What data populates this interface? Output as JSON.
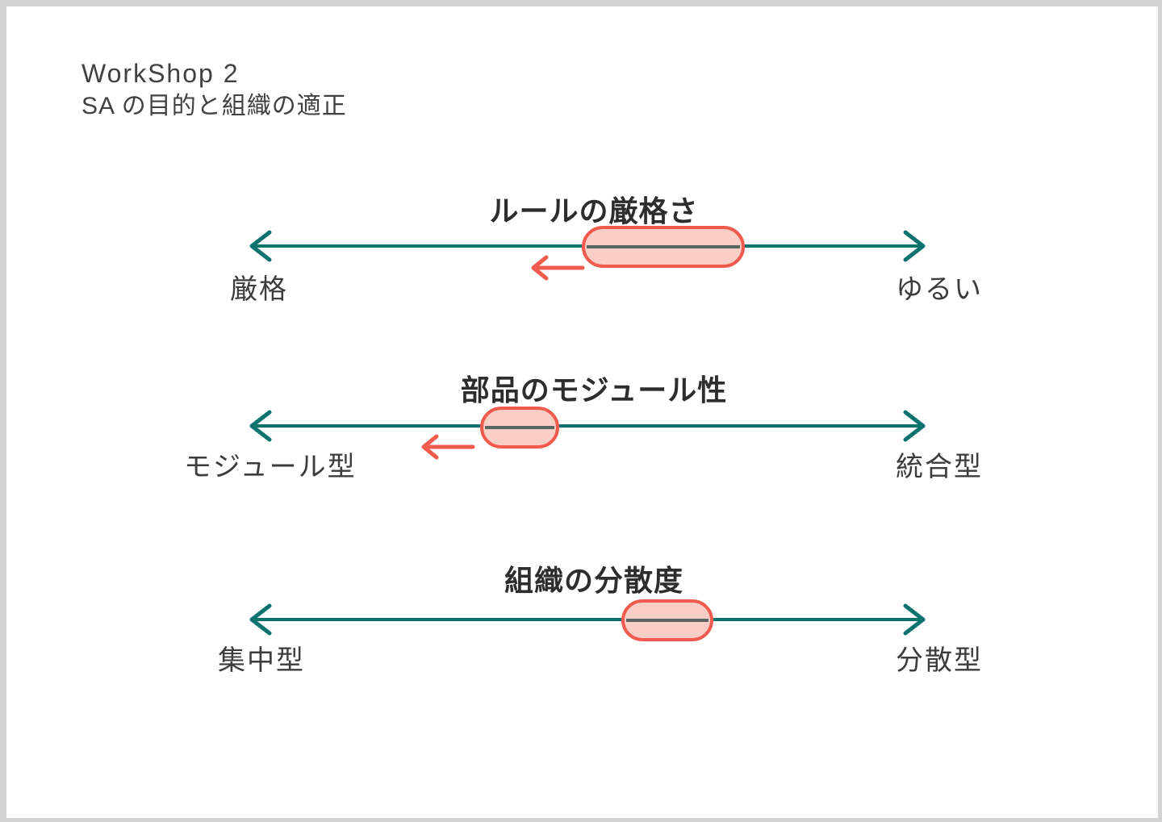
{
  "colors": {
    "teal": "#0e736f",
    "red": "#f15b4d",
    "pill-fill": "#f9cec7",
    "pill-line": "#5a6461",
    "frame": "#d4d4d4",
    "title-text": "#414141",
    "heading-text": "#2d2d2d",
    "label-text": "#3c3c3c"
  },
  "header": {
    "title": "WorkShop 2",
    "subtitle": "SA の目的と組織の適正"
  },
  "scales": [
    {
      "title": "ルールの厳格さ",
      "left_label": "厳格",
      "right_label": "ゆるい",
      "marker": {
        "from_pct": 49,
        "to_pct": 73
      },
      "trend_arrow": "left"
    },
    {
      "title": "部品のモジュール性",
      "left_label": "モジュール型",
      "right_label": "統合型",
      "marker": {
        "from_pct": 34,
        "to_pct": 46
      },
      "trend_arrow": "left"
    },
    {
      "title": "組織の分散度",
      "left_label": "集中型",
      "right_label": "分散型",
      "marker": {
        "from_pct": 55,
        "to_pct": 69
      },
      "trend_arrow": "none"
    }
  ]
}
